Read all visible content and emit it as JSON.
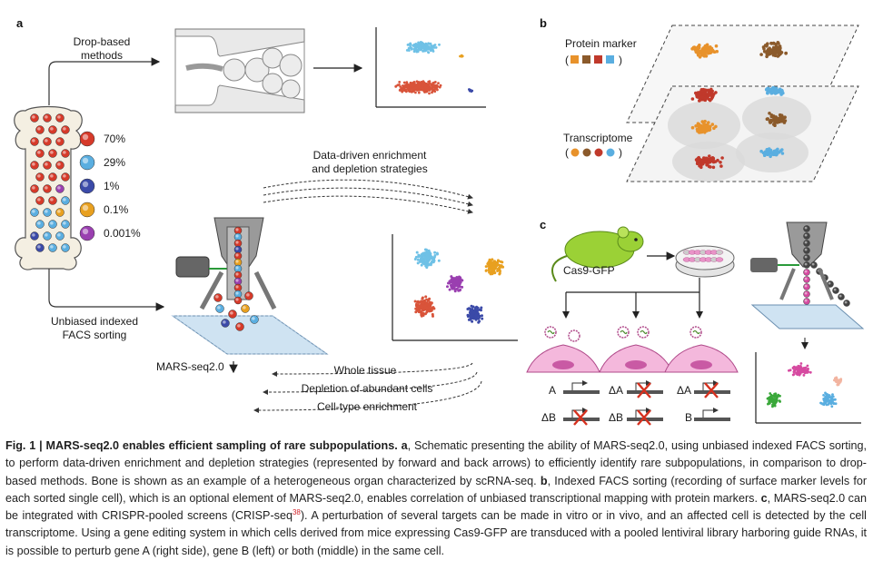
{
  "panels": {
    "a": "a",
    "b": "b",
    "c": "c"
  },
  "panel_a": {
    "drop_label_1": "Drop-based",
    "drop_label_2": "methods",
    "facs_label_1": "Unbiased indexed",
    "facs_label_2": "FACS sorting",
    "mars_label": "MARS-seq2.0",
    "strategy_label_1": "Data-driven enrichment",
    "strategy_label_2": "and depletion strategies",
    "back_arrows": [
      "Whole tissue",
      "Depletion of abundant cells",
      "Cell-type enrichment"
    ],
    "legend": [
      {
        "pct": "70%",
        "color": "#d63a2a",
        "shape": "red-cell"
      },
      {
        "pct": "29%",
        "color": "#5aaee0",
        "shape": "blue-cell"
      },
      {
        "pct": "1%",
        "color": "#3b4aa8",
        "shape": "navy-cell"
      },
      {
        "pct": "0.1%",
        "color": "#e8a020",
        "shape": "orange-cell"
      },
      {
        "pct": "0.001%",
        "color": "#9a3fb0",
        "shape": "purple-cell"
      }
    ]
  },
  "panel_b": {
    "protein_label": "Protein marker",
    "transcriptome_label": "Transcriptome",
    "protein_colors": [
      "#e8922b",
      "#8b5a2b",
      "#c0392b",
      "#5aaee0"
    ],
    "transcriptome_colors": [
      "#e8922b",
      "#8b5a2b",
      "#c0392b",
      "#5aaee0"
    ]
  },
  "panel_c": {
    "mouse_label": "Cas9-GFP",
    "gene_rows": [
      {
        "top": "A",
        "bottom": "ΔB"
      },
      {
        "top": "ΔA",
        "bottom": "ΔB"
      },
      {
        "top": "ΔA",
        "bottom": "B"
      }
    ]
  },
  "caption": {
    "fig_label": "Fig. 1 | MARS-seq2.0 enables efficient sampling of rare subpopulations.",
    "a_label": "a",
    "a_text": ", Schematic presenting the ability of MARS-seq2.0, using unbiased indexed FACS sorting, to perform data-driven enrichment and depletion strategies (represented by forward and back arrows) to efficiently identify rare subpopulations, in comparison to drop-based methods. Bone is shown as an example of a heterogeneous organ characterized by scRNA-seq.",
    "b_label": "b",
    "b_text": ", Indexed FACS sorting (recording of surface marker levels for each sorted single cell), which is an optional element of MARS-seq2.0, enables correlation of unbiased transcriptional mapping with protein markers.",
    "c_label": "c",
    "c_text_1": ", MARS-seq2.0 can be integrated with CRISPR-pooled screens (CRISP-seq",
    "c_ref": "38",
    "c_text_2": "). A perturbation of several targets can be made in vitro or in vivo, and an affected cell is detected by the cell transcriptome. Using a gene editing system in which cells derived from mice expressing Cas9-GFP are transduced with a pooled lentiviral library harboring guide RNAs, it is possible to perturb gene A (right side), gene B (left) or both (middle) in the same cell."
  }
}
